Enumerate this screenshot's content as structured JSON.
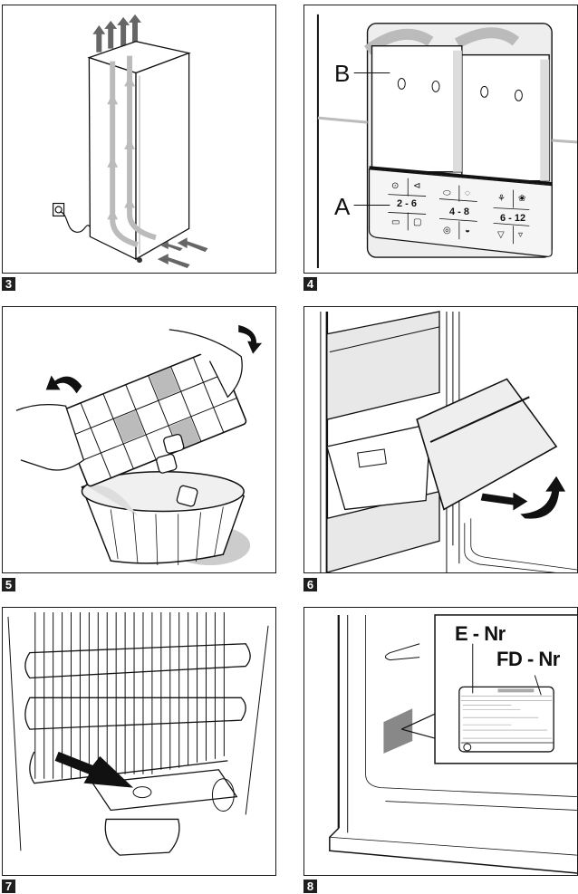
{
  "document": {
    "type": "appliance manual illustration sheet",
    "figures": [
      {
        "number": "3",
        "subject": "air circulation around upright freezer",
        "icons": [
          "exhaust-air-arrows",
          "intake-air-arrows",
          "power-socket"
        ]
      },
      {
        "number": "4",
        "subject": "freezer storage chart label",
        "callouts": {
          "a": "A",
          "b": "B"
        },
        "storage_groups": [
          {
            "range": "2 - 6",
            "icons_top": [
              "fatty-fish-icon",
              "fish-icon"
            ],
            "icons_bottom": [
              "bread-icon",
              "dish-icon"
            ]
          },
          {
            "range": "4 - 8",
            "icons_top": [
              "sausage-icon",
              "poultry-icon"
            ],
            "icons_bottom": [
              "game-icon",
              "mushroom-icon"
            ]
          },
          {
            "range": "6 - 12",
            "icons_top": [
              "fruit-icon",
              "vegetable-icon"
            ],
            "icons_bottom": [
              "beef-icon",
              "venison-icon"
            ]
          }
        ]
      },
      {
        "number": "5",
        "subject": "removing ice cubes from tray into bowl"
      },
      {
        "number": "6",
        "subject": "removing freezer drawer"
      },
      {
        "number": "7",
        "subject": "rear of appliance with condenser and compressor, arrow to drip tray"
      },
      {
        "number": "8",
        "subject": "rating plate location",
        "callouts": {
          "e_nr": "E - Nr",
          "fd_nr": "FD - Nr"
        }
      }
    ]
  }
}
